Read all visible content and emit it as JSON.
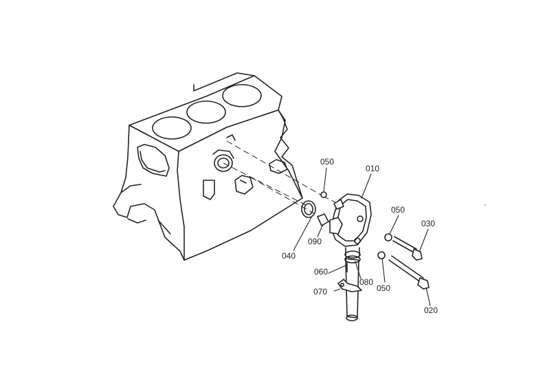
{
  "diagram": {
    "labels": {
      "p010": "010",
      "p020": "020",
      "p030": "030",
      "p040": "040",
      "p050a": "050",
      "p050b": "050",
      "p050c": "050",
      "p060": "060",
      "p070": "070",
      "p080": "080",
      "p090": "090"
    }
  }
}
